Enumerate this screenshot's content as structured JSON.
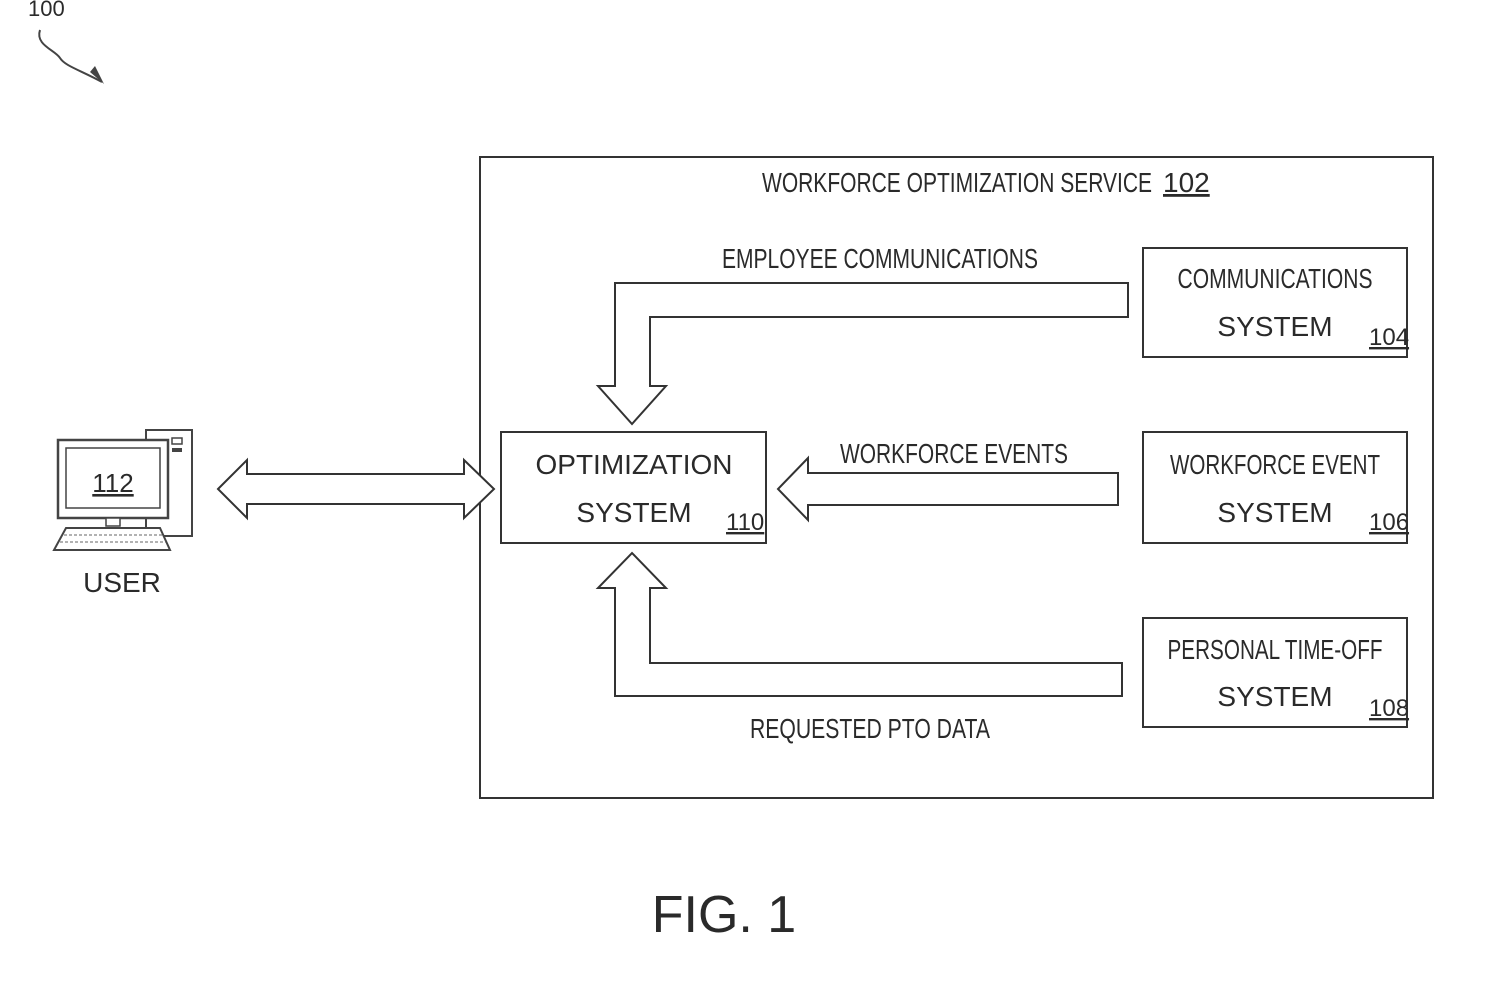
{
  "figure_ref": "100",
  "service": {
    "title": "WORKFORCE OPTIMIZATION SERVICE",
    "ref": "102"
  },
  "user": {
    "computer_ref": "112",
    "label": "USER"
  },
  "optimization_system": {
    "line1": "OPTIMIZATION",
    "line2": "SYSTEM",
    "ref": "110"
  },
  "communications_system": {
    "line1": "COMMUNICATIONS",
    "line2": "SYSTEM",
    "ref": "104"
  },
  "workforce_event_system": {
    "line1": "WORKFORCE EVENT",
    "line2": "SYSTEM",
    "ref": "106"
  },
  "pto_system": {
    "line1": "PERSONAL TIME-OFF",
    "line2": "SYSTEM",
    "ref": "108"
  },
  "flows": {
    "employee_communications": "EMPLOYEE COMMUNICATIONS",
    "workforce_events": "WORKFORCE EVENTS",
    "requested_pto_data": "REQUESTED PTO DATA"
  },
  "caption": "FIG. 1"
}
